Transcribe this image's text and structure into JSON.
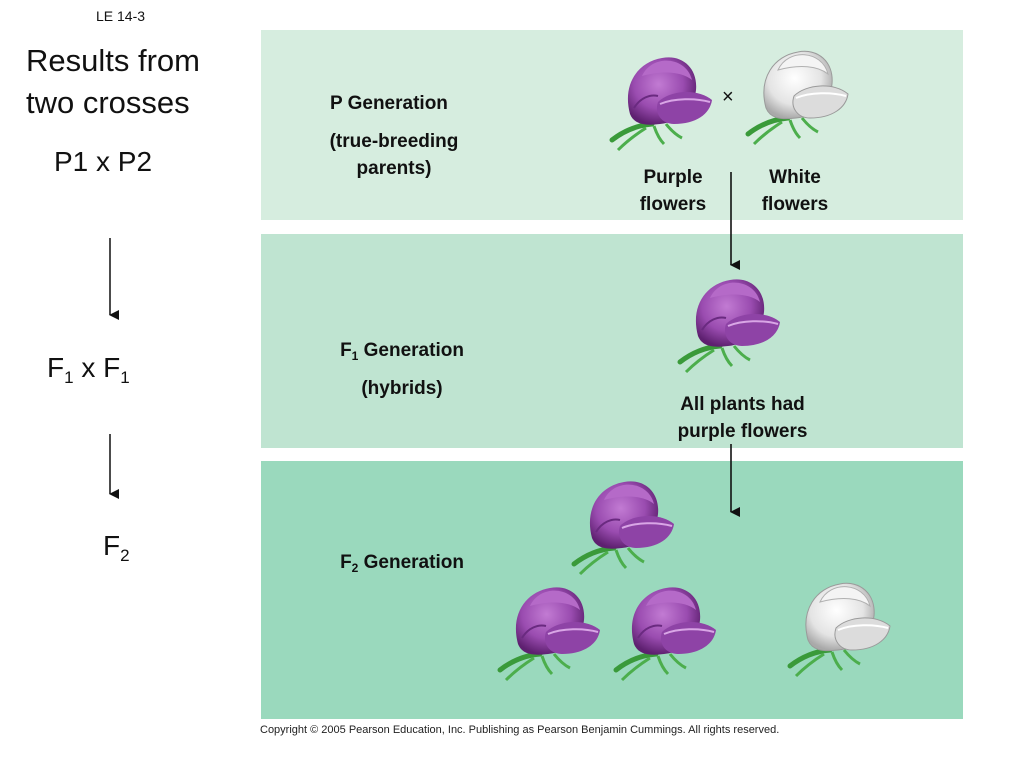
{
  "slide": {
    "label": "LE 14-3",
    "title": "Results from two crosses",
    "steps": {
      "p_cross": "P1 x P2",
      "f1_prefix": "F",
      "f1_sub": "1",
      "f1_mid": " x F",
      "f1_sub2": "1",
      "f2_prefix": "F",
      "f2_sub": "2"
    }
  },
  "diagram": {
    "p_generation": {
      "label": "P Generation",
      "note": "(true-breeding parents)",
      "cross_symbol": "×",
      "purple_label": "Purple flowers",
      "white_label": "White flowers"
    },
    "f1_generation": {
      "label_prefix": "F",
      "label_sub": "1",
      "label_suffix": " Generation",
      "note": "(hybrids)",
      "result": "All plants had purple flowers"
    },
    "f2_generation": {
      "label_prefix": "F",
      "label_sub": "2",
      "label_suffix": " Generation"
    }
  },
  "colors": {
    "purple_flower": "#8a3f9e",
    "white_flower": "#e6e6e6",
    "stem_green": "#3a9a3a"
  },
  "copyright": "Copyright © 2005 Pearson Education, Inc. Publishing as Pearson Benjamin Cummings. All rights reserved."
}
